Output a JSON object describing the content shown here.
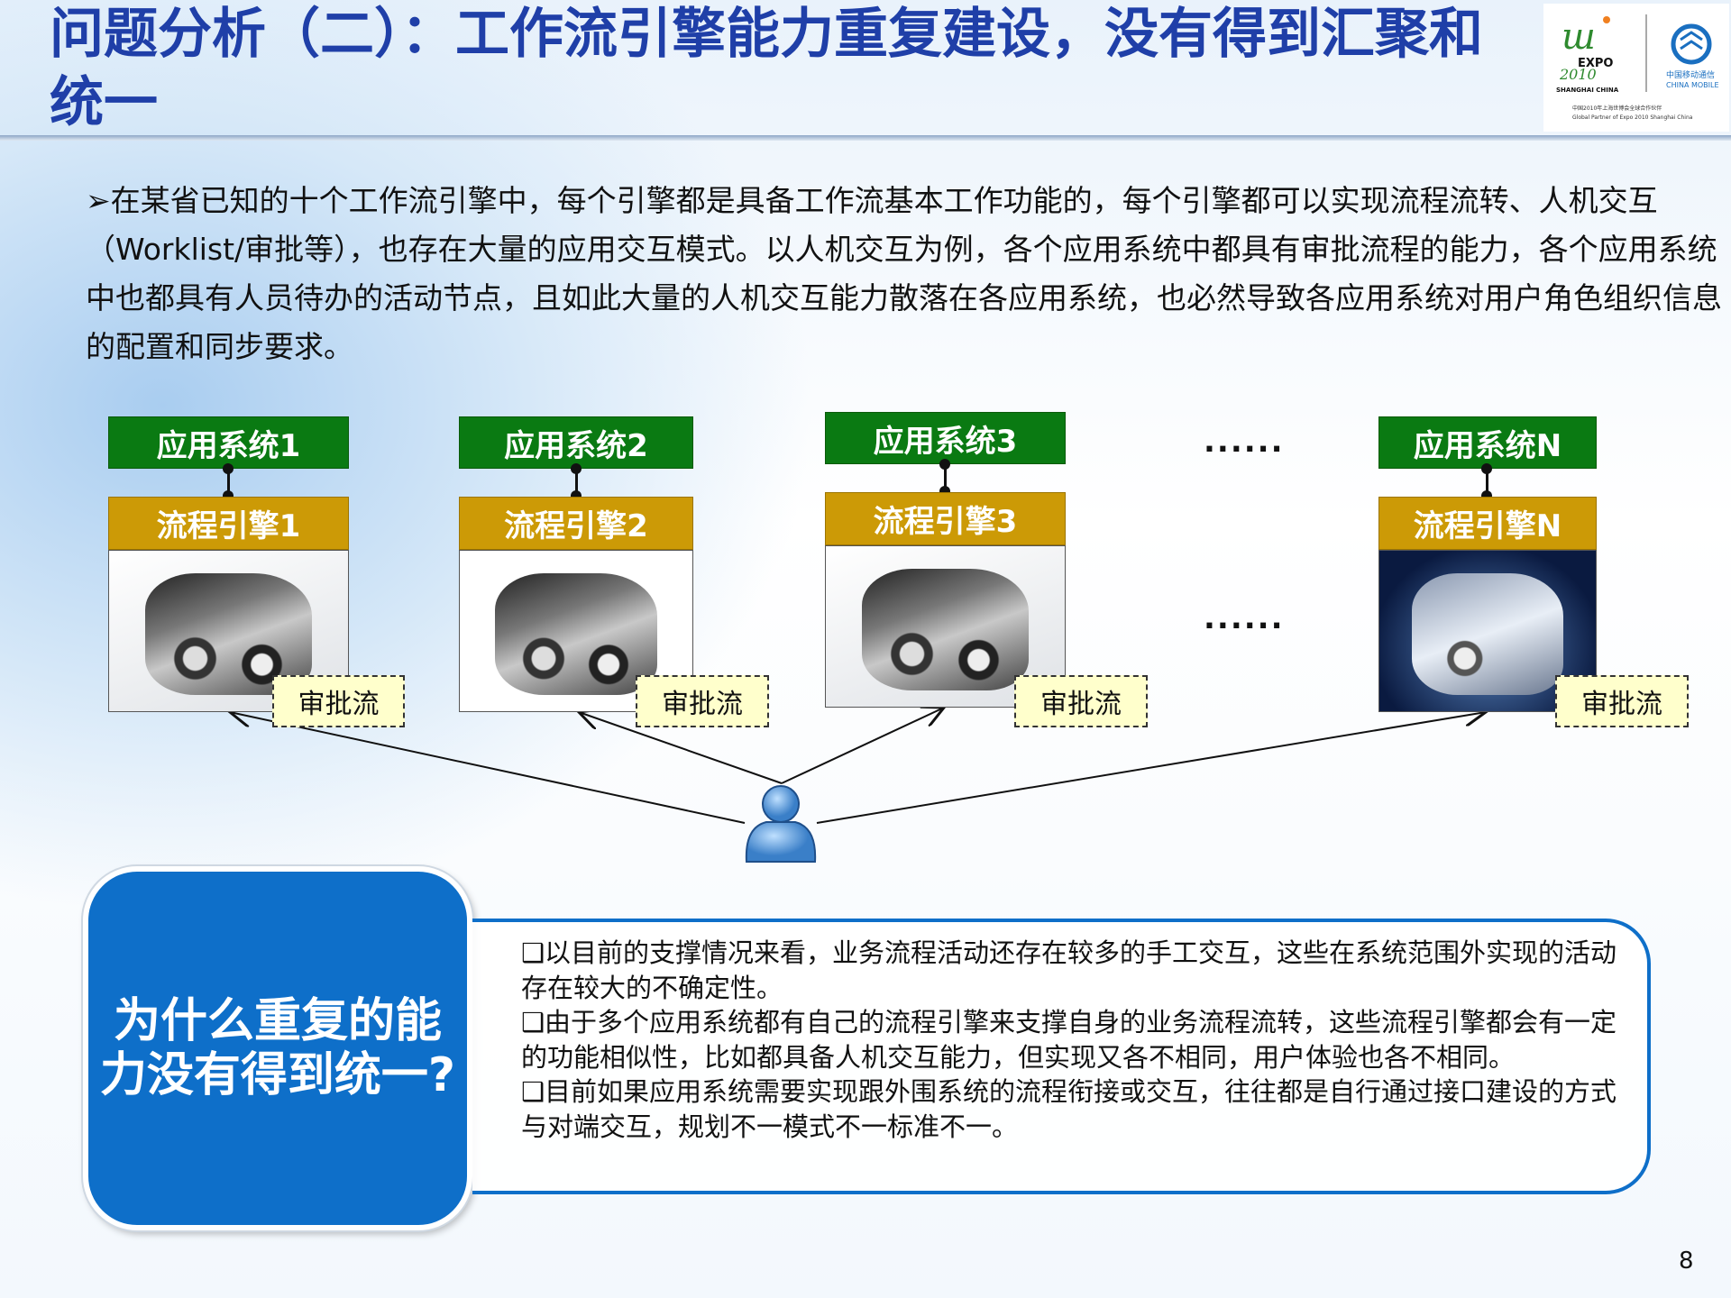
{
  "title": "问题分析（二）：工作流引擎能力重复建设，没有得到汇聚和统一",
  "logo": {
    "expo": "EXPO",
    "expo_sub": "SHANGHAI CHINA",
    "cm_cn": "中国移动通信",
    "cm_en": "CHINA MOBILE",
    "partner_cn": "中国2010年上海世博会全球合作伙伴",
    "partner_en": "Global Partner of Expo 2010 Shanghai China"
  },
  "intro": "➢在某省已知的十个工作流引擎中，每个引擎都是具备工作流基本工作功能的，每个引擎都可以实现流程流转、人机交互（Worklist/审批等），也存在大量的应用交互模式。以人机交互为例，各个应用系统中都具有审批流程的能力，各个应用系统中也都具有人员待办的活动节点，且如此大量的人机交互能力散落在各应用系统，也必然导致各应用系统对用户角色组织信息的配置和同步要求。",
  "diagram": {
    "systems": [
      {
        "system": "应用系统1",
        "engine": "流程引擎1",
        "approval": "审批流"
      },
      {
        "system": "应用系统2",
        "engine": "流程引擎2",
        "approval": "审批流"
      },
      {
        "system": "应用系统3",
        "engine": "流程引擎3",
        "approval": "审批流"
      },
      {
        "system": "应用系统N",
        "engine": "流程引擎N",
        "approval": "审批流"
      }
    ],
    "ellipsis": "......",
    "user_icon": "person-icon"
  },
  "question": "为什么重复的能力没有得到统一?",
  "answers": [
    "❑以目前的支撑情况来看，业务流程活动还存在较多的手工交互，这些在系统范围外实现的活动存在较大的不确定性。",
    "❑由于多个应用系统都有自己的流程引擎来支撑自身的业务流程流转，这些流程引擎都会有一定的功能相似性，比如都具备人机交互能力，但实现又各不相同，用户体验也各不相同。",
    "❑目前如果应用系统需要实现跟外围系统的流程衔接或交互，往往都是自行通过接口建设的方式与对端交互，规划不一模式不一标准不一。"
  ],
  "page_number": "8",
  "colors": {
    "title": "#1f3fa8",
    "system": "#0a7a12",
    "engine": "#cc9a06",
    "approval_bg": "#ffffcc",
    "question_bg": "#0e6fc9"
  }
}
